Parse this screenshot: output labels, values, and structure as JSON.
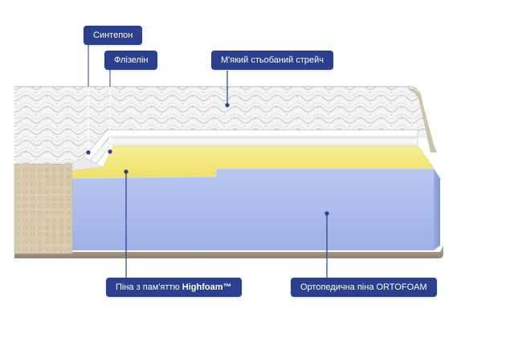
{
  "labels": {
    "sintepon": "Синтепон",
    "flizelin": "Флізелін",
    "stretch": "М'який стьобаний стрейч",
    "memory_prefix": "Піна з пам'яттю ",
    "memory_brand": "Highfoam™",
    "ortofoam": "Ортопедична піна ORTOFOAM"
  },
  "colors": {
    "label_bg": "#2b3f8f",
    "label_text": "#ffffff",
    "memory_foam": "#f2e97a",
    "ortho_foam": "#a9b9ea",
    "quilt": "#f3f3f3",
    "side_mesh": "#d9cdb3",
    "base_border": "#9b8f80"
  }
}
